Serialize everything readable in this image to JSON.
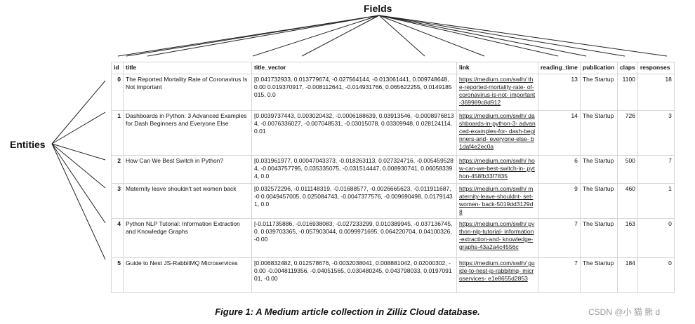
{
  "labels": {
    "fields": "Fields",
    "entities": "Entities"
  },
  "table": {
    "headers": [
      "id",
      "title",
      "title_vector",
      "link",
      "reading_time",
      "publication",
      "claps",
      "responses"
    ],
    "rows": [
      {
        "id": "0",
        "title": "The Reported Mortality Rate of Coronavirus Is Not Important",
        "vector": "[0.041732933, 0.013779674, -0.027564144, -0.013061441, 0.009748648, 0.00 0.019370917, -0.008112641, -0.014931766, 0.065622255, 0.0149185015, 0.0",
        "link": "https://medium.com/swlh/ the-reported-mortality-rate- of-coronavirus-is-not- important-369989c8d912",
        "reading_time": "13",
        "publication": "The Startup",
        "claps": "1100",
        "responses": "18"
      },
      {
        "id": "1",
        "title": "Dashboards in Python: 3 Advanced Examples for Dash Beginners and Everyone Else",
        "vector": "[0.0039737443, 0.003020432, -0.0006188639, 0.03913546, -0.00089768134, -0.0076336027, -0.007048531, -0.03015078, 0.03309948, 0.028124114, 0.01",
        "link": "https://medium.com/swlh/ dashboards-in-python-3- advanced-examples-for- dash-beginners-and- everyone-else- b1daf4e2ec0a",
        "reading_time": "14",
        "publication": "The Startup",
        "claps": "726",
        "responses": "3"
      },
      {
        "id": "2",
        "title": "How Can We Best Switch in Python?",
        "vector": "[0.031961977, 0.00047043373, -0.018263113, 0.027324716, -0.0054595284, -0.0043757795, 0.035335075, -0.031514447, 0.008930741, 0.060583394, 0.0",
        "link": "https://medium.com/swlh/ how-can-we-best-switch-in- python-458fb33f7835",
        "reading_time": "6",
        "publication": "The Startup",
        "claps": "500",
        "responses": "7"
      },
      {
        "id": "3",
        "title": "Maternity leave shouldn't set women back",
        "vector": "[0.032572296, -0.011148319, -0.01688577, -0.0026665623, -0.011911687, -0 0.0049457005, 0.025084743, -0.0047377576, -0.009690498, 0.01791431, 0.0",
        "link": "https://medium.com/swlh/ maternity-leave-shouldnt- set-women- back-5019dd3129d8",
        "reading_time": "9",
        "publication": "The Startup",
        "claps": "460",
        "responses": "1"
      },
      {
        "id": "4",
        "title": "Python NLP Tutorial: Information Extraction and Knowledge Graphs",
        "vector": "[-0.011735886, -0.016938083, -0.027233299, 0.010389945, -0.037136745, 0. 0.039703365, -0.057903044, 0.0099971695, 0.064220704, 0.04100326, -0.00",
        "link": "https://medium.com/swlh/ python-nlp-tutorial- information-extraction-and- knowledge- graphs-43a2a4c4556c",
        "reading_time": "7",
        "publication": "The Startup",
        "claps": "163",
        "responses": "0"
      },
      {
        "id": "5",
        "title": "Guide to Nest JS-RabbitMQ Microservices",
        "vector": "[0.006832482, 0.012578676, -0.0032038041, 0.008881042, 0.02000302, -0.00 -0.0048119356, -0.04051565, 0.030480245, 0.043798033, 0.019709101, -0.00",
        "link": "https://medium.com/swlh/ guide-to-nest-js-rabbitmq- microservices- e1e8655d2853",
        "reading_time": "7",
        "publication": "The Startup",
        "claps": "184",
        "responses": "0"
      }
    ]
  },
  "caption": "Figure 1: A Medium article collection in Zilliz Cloud database.",
  "watermark": "CSDN @小 猫 熊 d"
}
